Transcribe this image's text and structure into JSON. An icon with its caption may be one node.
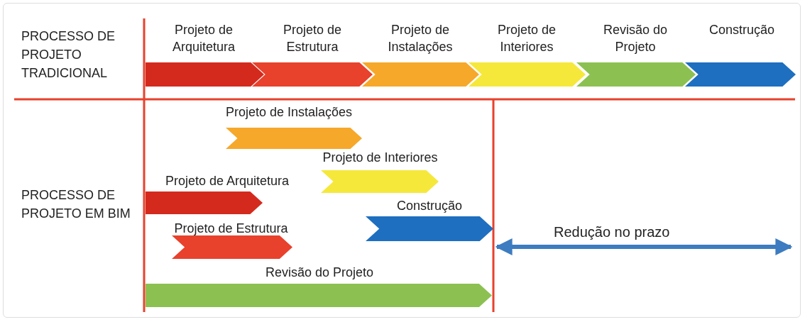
{
  "diagram": {
    "nodes": [
      {
        "text": [
          "Projeto de Arquitetura"
        ]
      },
      {
        "text": [
          "Projeto de Estrutura"
        ]
      },
      {
        "text": [
          "Projeto de Instalações"
        ]
      },
      {
        "text": [
          "Projeto de Interiores"
        ]
      },
      {
        "text": [
          "Revisão do Projeto"
        ]
      },
      {
        "text": [
          "Construção"
        ]
      },
      {
        "text": [
          "Projeto de Instalações"
        ]
      },
      {
        "text": [
          "Projeto de Interiores"
        ]
      },
      {
        "text": [
          "Projeto de Arquitetura"
        ]
      },
      {
        "text": [
          "Construção"
        ]
      },
      {
        "text": [
          "Projeto de Estrutura"
        ]
      },
      {
        "text": [
          "Revisão do Projeto"
        ]
      }
    ],
    "labels": [
      "PROCESSO DE PROJETO TRADICIONAL",
      "PROCESSO DE PROJETO EM BIM",
      "Redução no prazo"
    ]
  }
}
